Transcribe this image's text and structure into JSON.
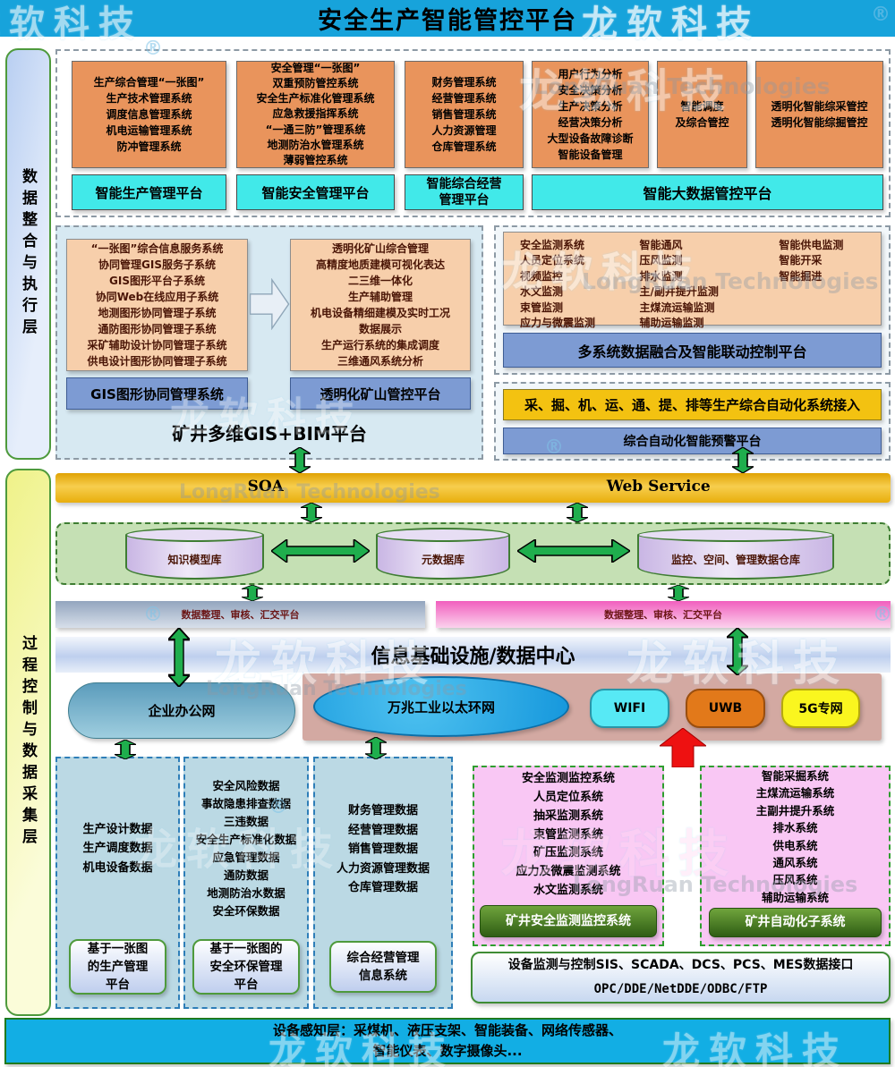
{
  "title": "安全生产智能管控平台",
  "watermark": {
    "cn": "龙软科技",
    "en": "LongRuan Technologies",
    "reg": "®"
  },
  "sidebars": {
    "top": "数据整合与执行层",
    "bottom": "过程控制与数据采集层"
  },
  "app_layer": {
    "boxes": [
      {
        "items": [
          "生产综合管理“一张图”",
          "生产技术管理系统",
          "调度信息管理系统",
          "机电运输管理系统",
          "防冲管理系统"
        ]
      },
      {
        "items": [
          "安全管理“一张图”",
          "双重预防管控系统",
          "安全生产标准化管理系统",
          "应急救援指挥系统",
          "“一通三防”管理系统",
          "地测防治水管理系统",
          "薄弱管控系统"
        ]
      },
      {
        "items": [
          "财务管理系统",
          "经营管理系统",
          "销售管理系统",
          "人力资源管理",
          "仓库管理系统"
        ]
      },
      {
        "items": [
          "用户行为分析",
          "安全决策分析",
          "生产决策分析",
          "经营决策分析",
          "大型设备故障诊断",
          "智能设备管理"
        ]
      },
      {
        "items": [
          "智能调度",
          "及综合管控"
        ]
      },
      {
        "items": [
          "透明化智能综采管控",
          "透明化智能综掘管控"
        ]
      }
    ],
    "platform_labels": [
      "智能生产管理平台",
      "智能安全管理平台",
      "智能综合经营管理平台",
      "智能大数据管控平台"
    ]
  },
  "gis": {
    "left_items": [
      "“一张图”综合信息服务系统",
      "协同管理GIS服务子系统",
      "GIS图形平台子系统",
      "协同Web在线应用子系统",
      "地测图形协同管理子系统",
      "通防图形协同管理子系统",
      "采矿辅助设计协同管理子系统",
      "供电设计图形协同管理子系统"
    ],
    "right_items": [
      "透明化矿山综合管理",
      "高精度地质建模可视化表达",
      "二三维一体化",
      "生产辅助管理",
      "机电设备精细建模及实时工况",
      "数据展示",
      "生产运行系统的集成调度",
      "三维通风系统分析"
    ],
    "left_label": "GIS图形协同管理系统",
    "right_label": "透明化矿山管控平台",
    "bottom_title": "矿井多维GIS+BIM平台"
  },
  "monitor": {
    "col1": [
      "安全监测系统",
      "人员定位系统",
      "视频监控",
      "水文监测",
      "束管监测",
      "应力与微震监测"
    ],
    "col2": [
      "智能通风",
      "压风监测",
      "排水监测",
      "主/副井提升监测",
      "主煤流运输监测",
      "辅助运输监测"
    ],
    "col3": [
      "智能供电监测",
      "智能开采",
      "智能掘进"
    ],
    "fusion_label": "多系统数据融合及智能联动控制平台",
    "access_label": "采、掘、机、运、通、提、排等生产综合自动化系统接入",
    "warning_label": "综合自动化智能预警平台"
  },
  "service_bus": {
    "soa": "SOA",
    "web_service": "Web Service"
  },
  "databases": {
    "knowledge": "知识模型库",
    "metadata": "元数据库",
    "warehouse": "监控、空间、管理数据仓库"
  },
  "exchange": {
    "left": "数据整理、审核、汇交平台",
    "right": "数据整理、审核、汇交平台"
  },
  "infrastructure": {
    "title": "信息基础设施/数据中心",
    "networks": {
      "office": "企业办公网",
      "ethernet": "万兆工业以太环网",
      "wifi": "WIFI",
      "uwb": "UWB",
      "g5": "5G专网"
    }
  },
  "collection": {
    "production": {
      "items": [
        "生产设计数据",
        "生产调度数据",
        "机电设备数据"
      ],
      "label": "基于一张图的生产管理平台"
    },
    "safety": {
      "items": [
        "安全风险数据",
        "事故隐患排查数据",
        "三违数据",
        "安全生产标准化数据",
        "应急管理数据",
        "通防数据",
        "地测防治水数据",
        "安全环保数据"
      ],
      "label": "基于一张图的安全环保管理平台"
    },
    "operation": {
      "items": [
        "财务管理数据",
        "经营管理数据",
        "销售管理数据",
        "人力资源管理数据",
        "仓库管理数据"
      ],
      "label": "综合经营管理信息系统"
    },
    "monitoring": {
      "items": [
        "安全监测监控系统",
        "人员定位系统",
        "抽采监测系统",
        "束管监测系统",
        "矿压监测系统",
        "应力及微震监测系统",
        "水文监测系统"
      ],
      "label": "矿井安全监测监控系统"
    },
    "automation": {
      "items": [
        "智能采掘系统",
        "主煤流运输系统",
        "主副井提升系统",
        "排水系统",
        "供电系统",
        "通风系统",
        "压风系统",
        "辅助运输系统"
      ],
      "label": "矿井自动化子系统"
    },
    "interface": {
      "line1": "设备监测与控制SIS、SCADA、DCS、PCS、MES数据接口",
      "line2": "OPC/DDE/NetDDE/ODBC/FTP"
    }
  },
  "perception": {
    "line1": "设备感知层：采煤机、液压支架、智能装备、网络传感器、",
    "line2": "智能仪表、数字摄像头..."
  }
}
